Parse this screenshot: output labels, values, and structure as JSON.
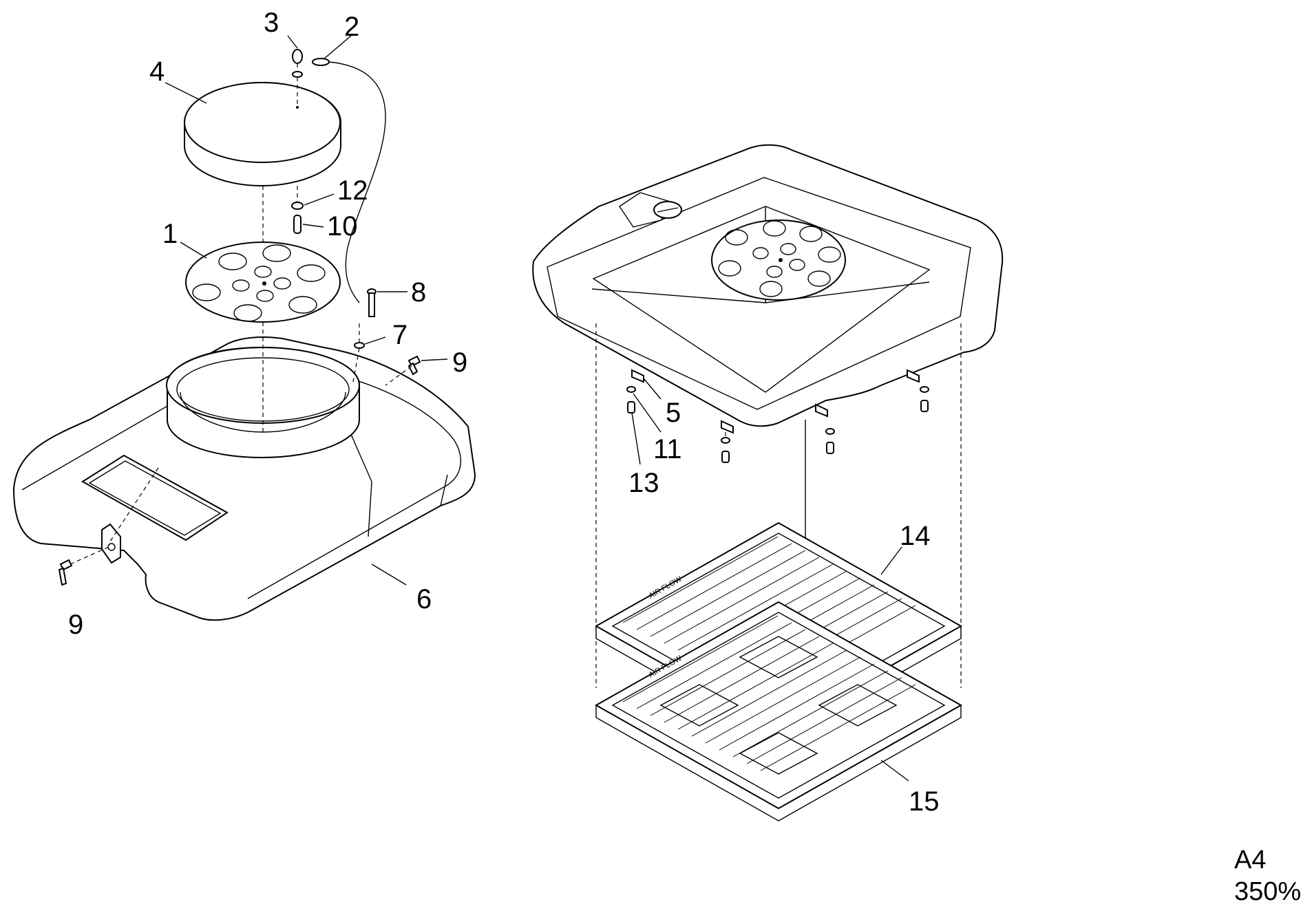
{
  "callouts": {
    "c1": "1",
    "c2": "2",
    "c3": "3",
    "c4": "4",
    "c5": "5",
    "c6": "6",
    "c7": "7",
    "c8": "8",
    "c9a": "9",
    "c9b": "9",
    "c10": "10",
    "c11": "11",
    "c12": "12",
    "c13": "13",
    "c14": "14",
    "c15": "15"
  },
  "sheet": {
    "size": "A4",
    "scale": "350%"
  },
  "filter_label": "AIR FLOW"
}
